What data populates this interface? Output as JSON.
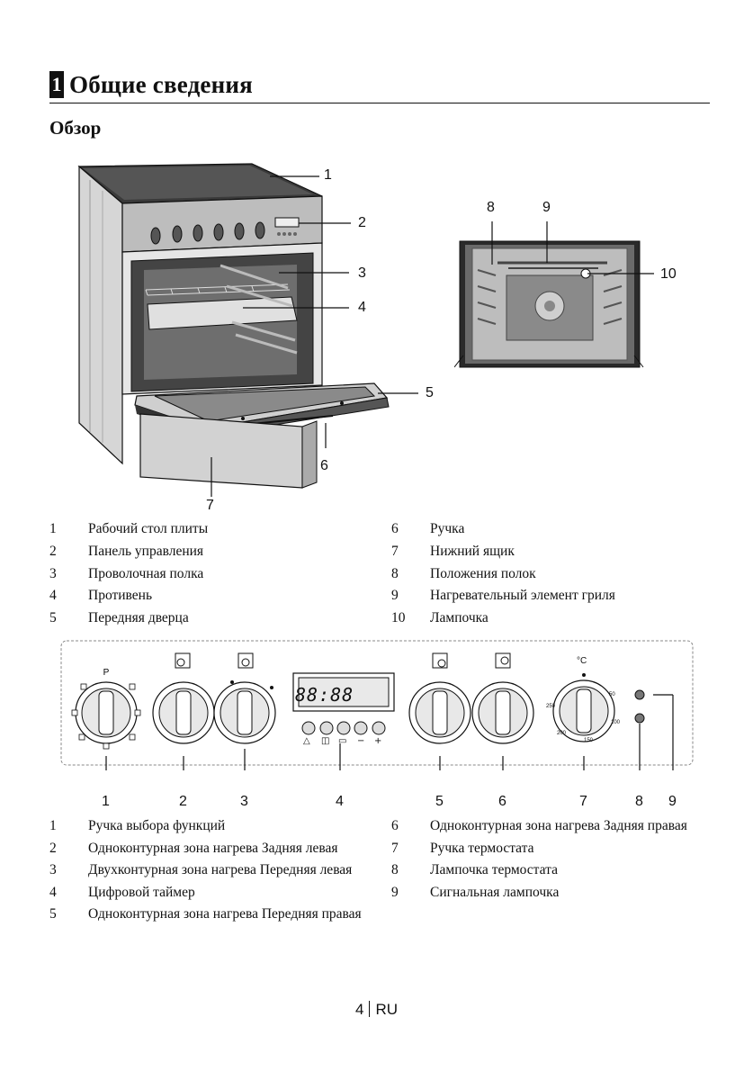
{
  "section": {
    "number": "1",
    "title": "Общие сведения"
  },
  "subsection": {
    "title": "Обзор"
  },
  "figure1": {
    "callouts": [
      "1",
      "2",
      "3",
      "4",
      "5",
      "6",
      "7"
    ],
    "legend": [
      {
        "n": "1",
        "text": "Рабочий стол плиты"
      },
      {
        "n": "2",
        "text": "Панель управления"
      },
      {
        "n": "3",
        "text": "Проволочная полка"
      },
      {
        "n": "4",
        "text": "Противень"
      },
      {
        "n": "5",
        "text": "Передняя дверца"
      },
      {
        "n": "6",
        "text": "Ручка"
      },
      {
        "n": "7",
        "text": "Нижний ящик"
      },
      {
        "n": "8",
        "text": "Положения полок"
      },
      {
        "n": "9",
        "text": "Нагревательный элемент гриля"
      },
      {
        "n": "10",
        "text": "Лампочка"
      }
    ]
  },
  "figure2": {
    "callouts": [
      "8",
      "9",
      "10"
    ]
  },
  "control_panel": {
    "timer_display": "88:88",
    "knob1_top_label": "P",
    "thermostat_unit": "°C",
    "thermostat_scale": [
      "250",
      "200",
      "150",
      "100",
      "50"
    ],
    "timer_buttons_symbols": [
      "△",
      "◫",
      "▭",
      "−",
      "+"
    ],
    "callouts": [
      "1",
      "2",
      "3",
      "4",
      "5",
      "6",
      "7",
      "8",
      "9"
    ],
    "legend": [
      {
        "n": "1",
        "text": "Ручка выбора функций"
      },
      {
        "n": "2",
        "text": "Одноконтурная зона нагрева Задняя левая"
      },
      {
        "n": "3",
        "text": "Двухконтурная зона нагрева Передняя левая"
      },
      {
        "n": "4",
        "text": "Цифровой таймер"
      },
      {
        "n": "5",
        "text": "Одноконтурная зона нагрева Передняя правая"
      },
      {
        "n": "6",
        "text": "Одноконтурная зона нагрева Задняя правая"
      },
      {
        "n": "7",
        "text": "Ручка термостата"
      },
      {
        "n": "8",
        "text": "Лампочка термостата"
      },
      {
        "n": "9",
        "text": "Сигнальная лампочка"
      }
    ]
  },
  "footer": {
    "page": "4",
    "lang": "RU"
  }
}
